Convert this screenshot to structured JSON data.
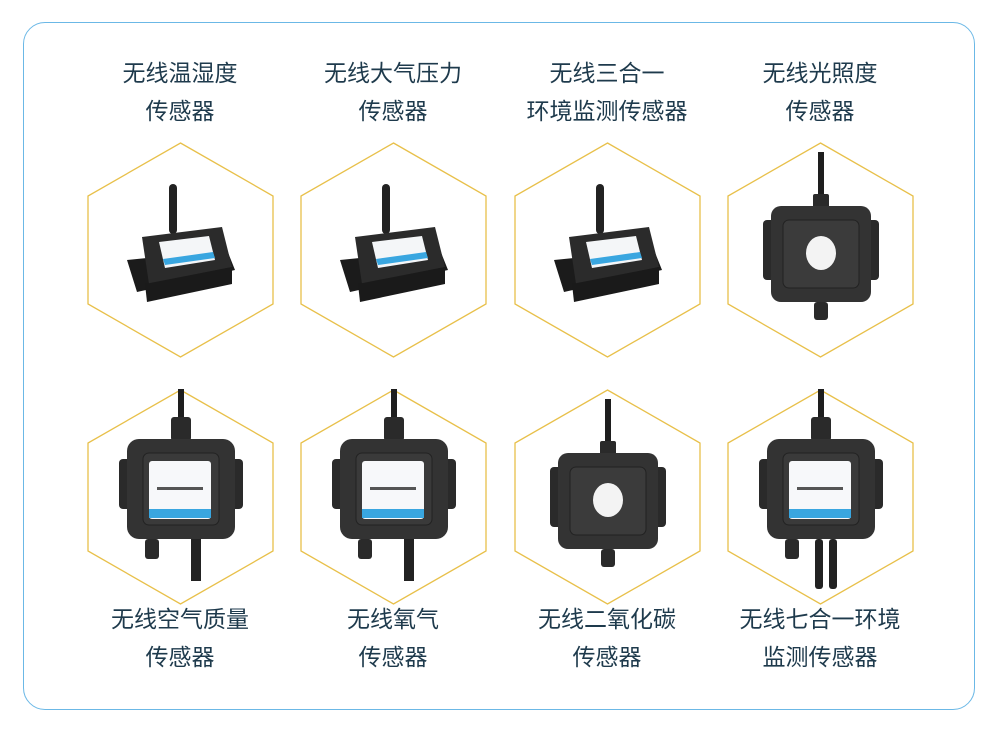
{
  "accent_color": "#e8c04a",
  "frame_color": "#6bb8e6",
  "products": [
    {
      "title_line1": "无线温湿度",
      "title_line2": "传感器",
      "device": "antenna-box"
    },
    {
      "title_line1": "无线大气压力",
      "title_line2": "传感器",
      "device": "antenna-box"
    },
    {
      "title_line1": "无线三合一",
      "title_line2": "环境监测传感器",
      "device": "antenna-box"
    },
    {
      "title_line1": "无线光照度",
      "title_line2": "传感器",
      "device": "light-box"
    },
    {
      "title_line1": "无线空气质量",
      "title_line2": "传感器",
      "device": "probe-box"
    },
    {
      "title_line1": "无线氧气",
      "title_line2": "传感器",
      "device": "probe-box"
    },
    {
      "title_line1": "无线二氧化碳",
      "title_line2": "传感器",
      "device": "light-box"
    },
    {
      "title_line1": "无线七合一环境",
      "title_line2": "监测传感器",
      "device": "multi-probe"
    }
  ]
}
